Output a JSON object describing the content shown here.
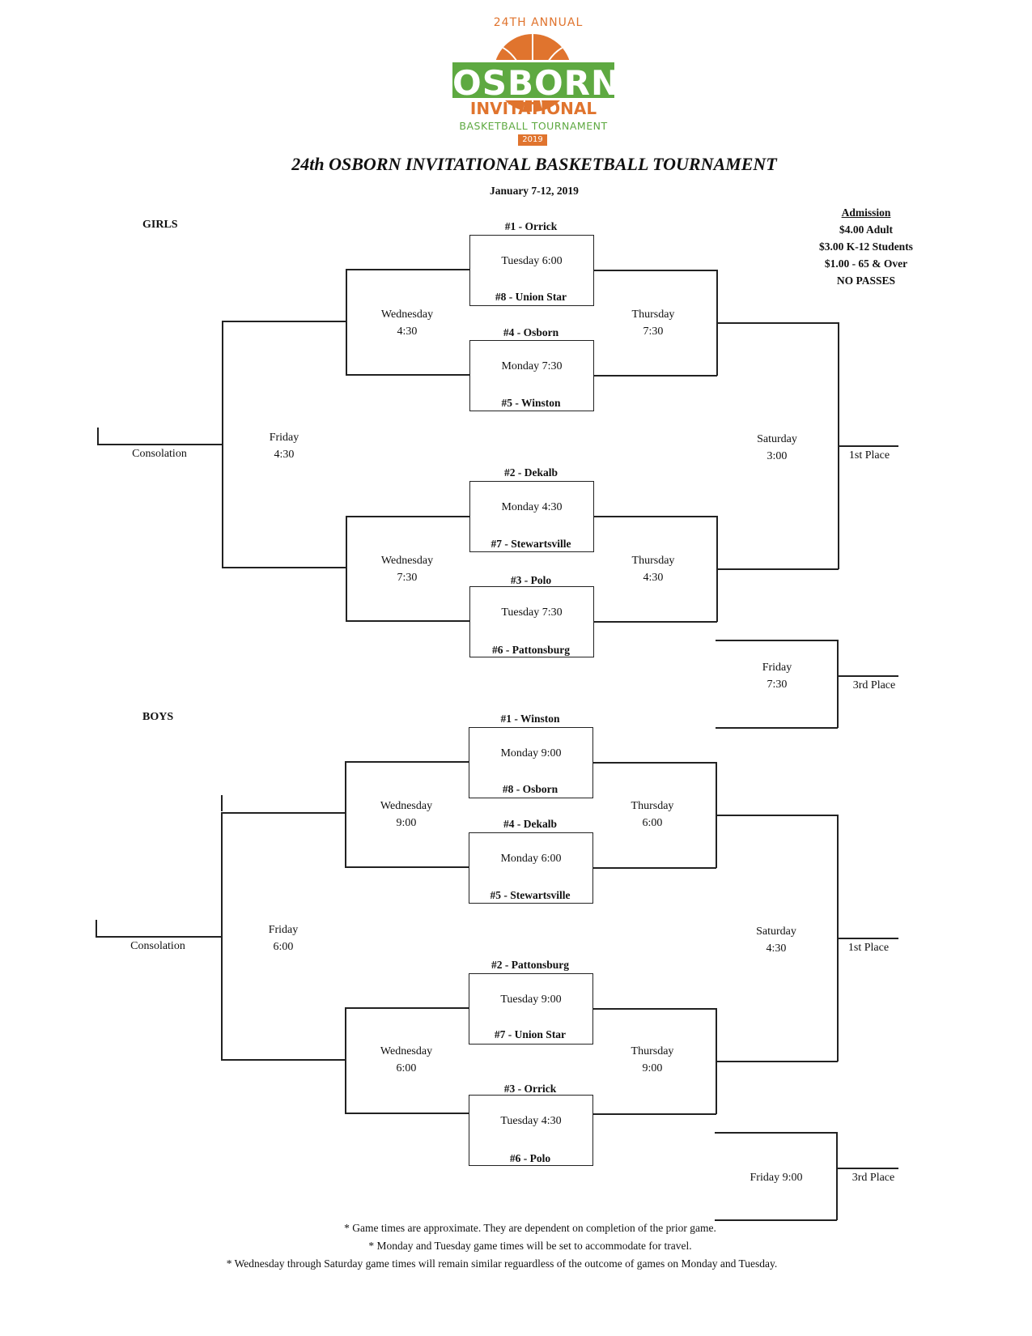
{
  "logo": {
    "annual": "24TH ANNUAL",
    "name": "OSBORN",
    "subtitle": "INVITATIONAL",
    "tagline": "BASKETBALL TOURNAMENT",
    "year": "2019",
    "colors": {
      "orange": "#e0742e",
      "green": "#5ea941"
    }
  },
  "title": "24th OSBORN INVITATIONAL BASKETBALL TOURNAMENT",
  "dates": "January 7-12, 2019",
  "admission": {
    "heading": "Admission",
    "lines": [
      "$4.00 Adult",
      "$3.00 K-12 Students",
      "$1.00 - 65 & Over",
      "NO PASSES"
    ]
  },
  "girls": {
    "label": "GIRLS",
    "teams": [
      "#1 - Orrick",
      "#8 - Union Star",
      "#4 - Osborn",
      "#5 - Winston",
      "#2 - Dekalb",
      "#7 - Stewartsville",
      "#3 - Polo",
      "#6 - Pattonsburg"
    ],
    "first_round": [
      "Tuesday 6:00",
      "Monday 7:30",
      "Monday 4:30",
      "Tuesday 7:30"
    ],
    "wed_top": [
      "Wednesday",
      "4:30"
    ],
    "wed_bottom": [
      "Wednesday",
      "7:30"
    ],
    "thu_top": [
      "Thursday",
      "7:30"
    ],
    "thu_bottom": [
      "Thursday",
      "4:30"
    ],
    "friday": [
      "Friday",
      "4:30"
    ],
    "saturday": [
      "Saturday",
      "3:00"
    ],
    "third_game": [
      "Friday",
      "7:30"
    ],
    "consolation": "Consolation",
    "first_place": "1st Place",
    "third_place": "3rd Place"
  },
  "boys": {
    "label": "BOYS",
    "teams": [
      "#1 - Winston",
      "#8 - Osborn",
      "#4 - Dekalb",
      "#5 - Stewartsville",
      "#2 - Pattonsburg",
      "#7 - Union Star",
      "#3 - Orrick",
      "#6 - Polo"
    ],
    "first_round": [
      "Monday 9:00",
      "Monday 6:00",
      "Tuesday 9:00",
      "Tuesday 4:30"
    ],
    "wed_top": [
      "Wednesday",
      "9:00"
    ],
    "wed_bottom": [
      "Wednesday",
      "6:00"
    ],
    "thu_top": [
      "Thursday",
      "6:00"
    ],
    "thu_bottom": [
      "Thursday",
      "9:00"
    ],
    "friday": [
      "Friday",
      "6:00"
    ],
    "saturday": [
      "Saturday",
      "4:30"
    ],
    "third_game": "Friday 9:00",
    "consolation": "Consolation",
    "first_place": "1st Place",
    "third_place": "3rd Place"
  },
  "notes": [
    "* Game times are approximate. They are dependent on completion of the prior game.",
    "* Monday and Tuesday game times will be set to accommodate for travel.",
    "* Wednesday through Saturday game times will remain similar reguardless of the outcome of games on Monday and Tuesday."
  ]
}
